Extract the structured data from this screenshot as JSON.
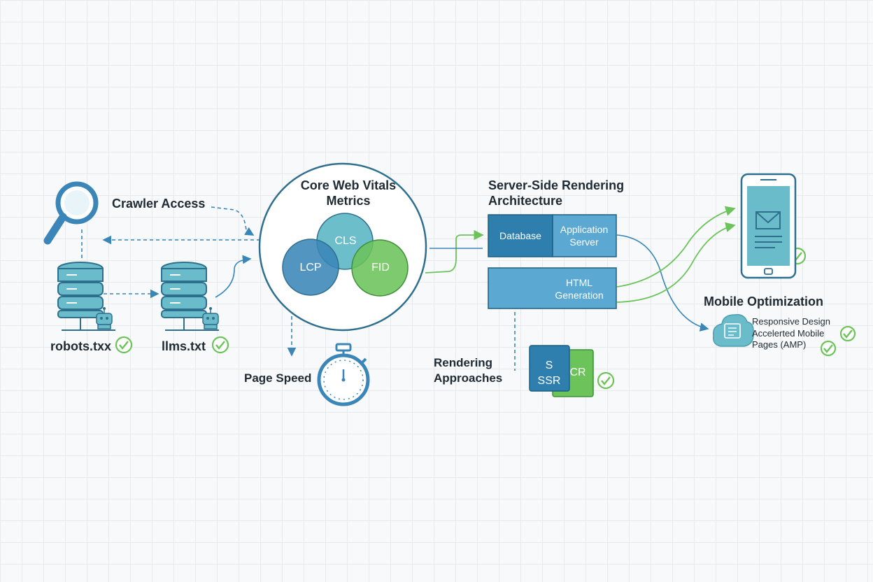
{
  "crawler": {
    "title": "Crawler Access",
    "robots_label": "robots.txx",
    "llms_label": "llms.txt"
  },
  "vitals": {
    "title": "Core Web Vitals Metrics",
    "lcp": "LCP",
    "cls": "CLS",
    "fid": "FID"
  },
  "page_speed": {
    "label": "Page Speed"
  },
  "ssr": {
    "title": "Server-Side Rendering Architecture",
    "database": "Database",
    "application_server": "Application Server",
    "html_generation": "HTML Generation"
  },
  "rendering": {
    "title": "Rendering Approaches",
    "card_front": "S SSR",
    "card_back": "CR"
  },
  "mobile": {
    "title": "Mobile Optimization",
    "item1": "Responsive Design",
    "item2": "Accelerted Mobile Pages (AMP)"
  },
  "colors": {
    "blue": "#3a86b8",
    "teal": "#5cb7c4",
    "green": "#6cc35a",
    "dark_blue": "#1f6f96"
  }
}
